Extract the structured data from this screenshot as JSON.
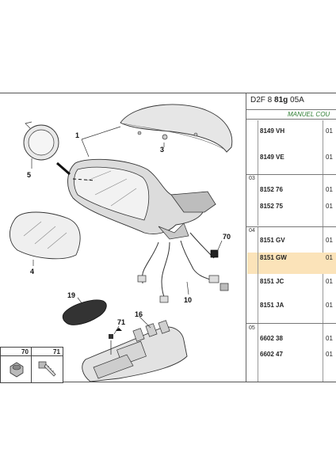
{
  "header": {
    "code_prefix": "D2F 8",
    "code_bold": "81g",
    "code_suffix": "05A",
    "subtitle": "MANUEL COU"
  },
  "callouts": [
    "1",
    "3",
    "5",
    "4",
    "70",
    "19",
    "10",
    "16",
    "71"
  ],
  "legend": [
    "70",
    "71"
  ],
  "groups": [
    {
      "num": "",
      "refs": [
        {
          "ref": "8149 VH",
          "qty": "01"
        },
        {
          "ref": "8149 VE",
          "qty": "01"
        }
      ]
    },
    {
      "num": "03",
      "refs": [
        {
          "ref": "8152 76",
          "qty": "01"
        },
        {
          "ref": "8152 75",
          "qty": "01"
        }
      ]
    },
    {
      "num": "04",
      "refs": [
        {
          "ref": "8151 GV",
          "qty": "01"
        },
        {
          "ref": "8151 GW",
          "qty": "01",
          "highlight": true
        },
        {
          "ref": "8151 JC",
          "qty": "01"
        },
        {
          "ref": "8151 JA",
          "qty": "01"
        }
      ]
    },
    {
      "num": "05",
      "refs": [
        {
          "ref": "6602 38",
          "qty": "01"
        },
        {
          "ref": "6602 47",
          "qty": "01"
        }
      ]
    }
  ],
  "colors": {
    "highlight": "#fbe3b9",
    "subtitle": "#2e7d32",
    "line": "#333333"
  }
}
